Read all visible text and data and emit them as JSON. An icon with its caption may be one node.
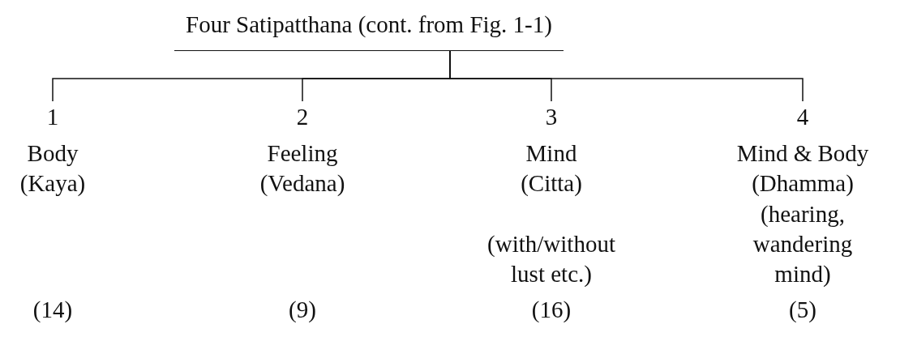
{
  "diagram": {
    "nodes": [
      {
        "text": [
          "Four Satipatthana (cont. from Fig. 1-1)"
        ]
      },
      {
        "text": [
          "1",
          "Body (Kaya)",
          "(14)"
        ]
      },
      {
        "text": [
          "2",
          "Feeling (Vedana)",
          "(9)"
        ]
      },
      {
        "text": [
          "3",
          "Mind (Citta)",
          "(with/without lust etc.)",
          "(16)"
        ]
      },
      {
        "text": [
          "4",
          "Mind & Body (Dhamma)",
          "(hearing, wandering mind)",
          "(5)"
        ]
      }
    ],
    "edges": [
      {
        "from": 0,
        "to": 1,
        "arrow": "none"
      },
      {
        "from": 0,
        "to": 2,
        "arrow": "none"
      },
      {
        "from": 0,
        "to": 3,
        "arrow": "none"
      },
      {
        "from": 0,
        "to": 4,
        "arrow": "none"
      }
    ]
  }
}
